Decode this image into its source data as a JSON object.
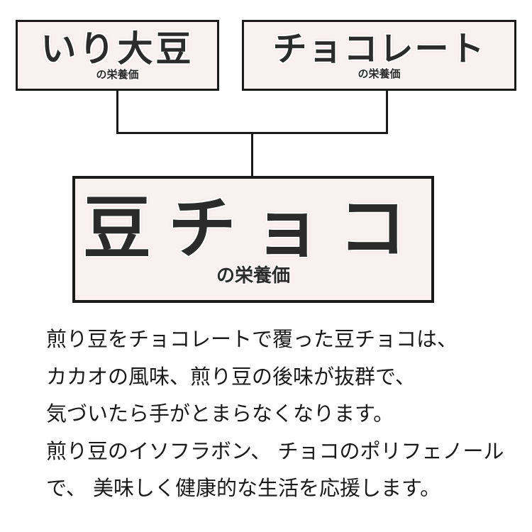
{
  "boxes": {
    "roasted_soy": {
      "title": "いり大豆",
      "subtitle": "の栄養価"
    },
    "chocolate": {
      "title": "チョコレート",
      "subtitle": "の栄養価"
    },
    "mame_choco": {
      "title": "豆チョコ",
      "subtitle": "の栄養価"
    }
  },
  "description": {
    "lines": [
      "煎り豆をチョコレートで覆った豆チョコは、",
      "カカオの風味、煎り豆の後味が抜群で、",
      "気づいたら手がとまらなくなります。",
      "煎り豆のイソフラボン、 チョコのポリフェノール",
      "で、 美味しく健康的な生活を応援します。"
    ]
  },
  "colors": {
    "box_bg": "#f8f0f1",
    "border": "#1a1a1a",
    "text": "#2b2b2b"
  }
}
